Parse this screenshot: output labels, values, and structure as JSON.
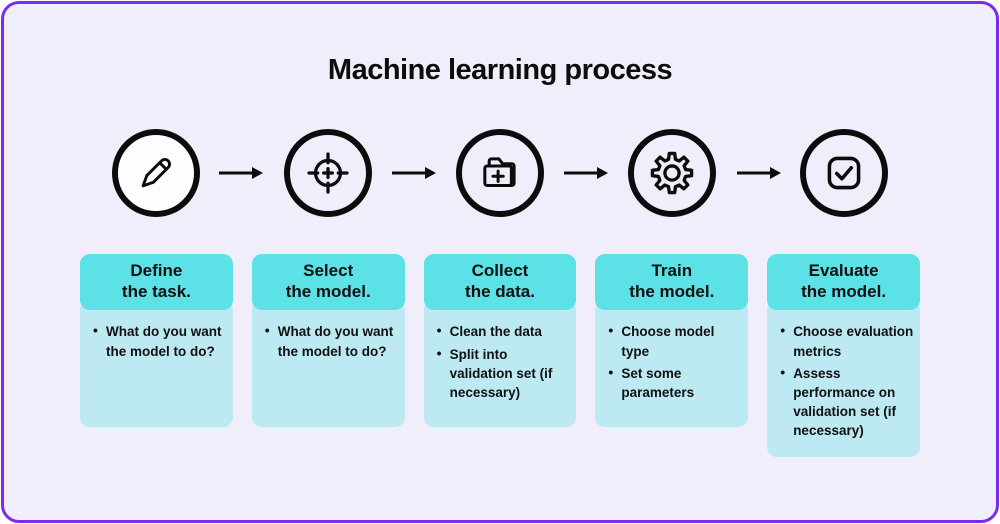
{
  "title": "Machine learning process",
  "colors": {
    "frame_border": "#7c2bee",
    "frame_bg": "#f1eefb",
    "header_bg": "#5ce1e6",
    "body_bg": "#bce9f2",
    "ink": "#101010"
  },
  "icons": [
    {
      "name": "pencil-icon"
    },
    {
      "name": "target-icon"
    },
    {
      "name": "folder-plus-icon"
    },
    {
      "name": "gear-icon"
    },
    {
      "name": "checkbox-check-icon"
    }
  ],
  "arrow_glyph": "right-arrow",
  "steps": [
    {
      "heading": [
        "Define",
        "the task."
      ],
      "bullets": [
        "What do you want the model to do?"
      ]
    },
    {
      "heading": [
        "Select",
        "the model."
      ],
      "bullets": [
        "What do you want the model to do?"
      ]
    },
    {
      "heading": [
        "Collect",
        "the data."
      ],
      "bullets": [
        "Clean the data",
        "Split into validation set (if necessary)"
      ]
    },
    {
      "heading": [
        "Train",
        "the model."
      ],
      "bullets": [
        "Choose model type",
        "Set some parameters"
      ]
    },
    {
      "heading": [
        "Evaluate",
        "the model."
      ],
      "bullets": [
        "Choose evaluation metrics",
        "Assess performance on validation set (if necessary)"
      ]
    }
  ]
}
